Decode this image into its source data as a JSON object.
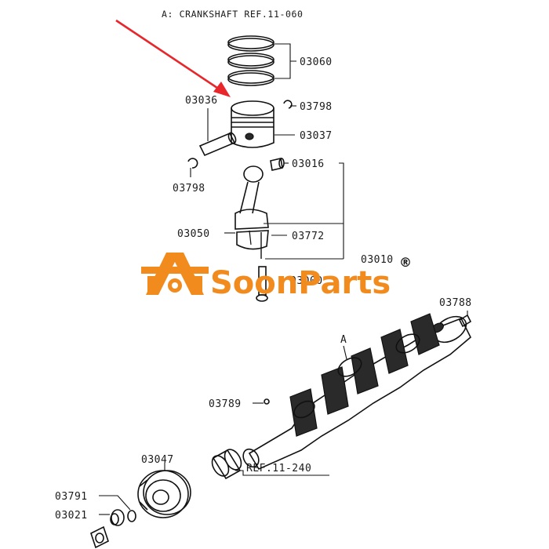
{
  "header": {
    "title": "A: CRANKSHAFT REF.11-060"
  },
  "colors": {
    "arrow": "#e8262b",
    "watermark": "#f28b1d",
    "ink": "#111111"
  },
  "labels": {
    "p03060": "03060",
    "p03036": "03036",
    "p03798_top": "03798",
    "p03037": "03037",
    "p03016": "03016",
    "p03798_left": "03798",
    "p03050": "03050",
    "p03772": "03772",
    "p03010": "03010",
    "p03000": "03000",
    "p03788": "03788",
    "pA": "A",
    "p03789": "03789",
    "p03047": "03047",
    "ref": "REF.11-240",
    "p03791": "03791",
    "p03021": "03021"
  },
  "watermark": {
    "brand": "SoonParts",
    "mark": "®"
  }
}
